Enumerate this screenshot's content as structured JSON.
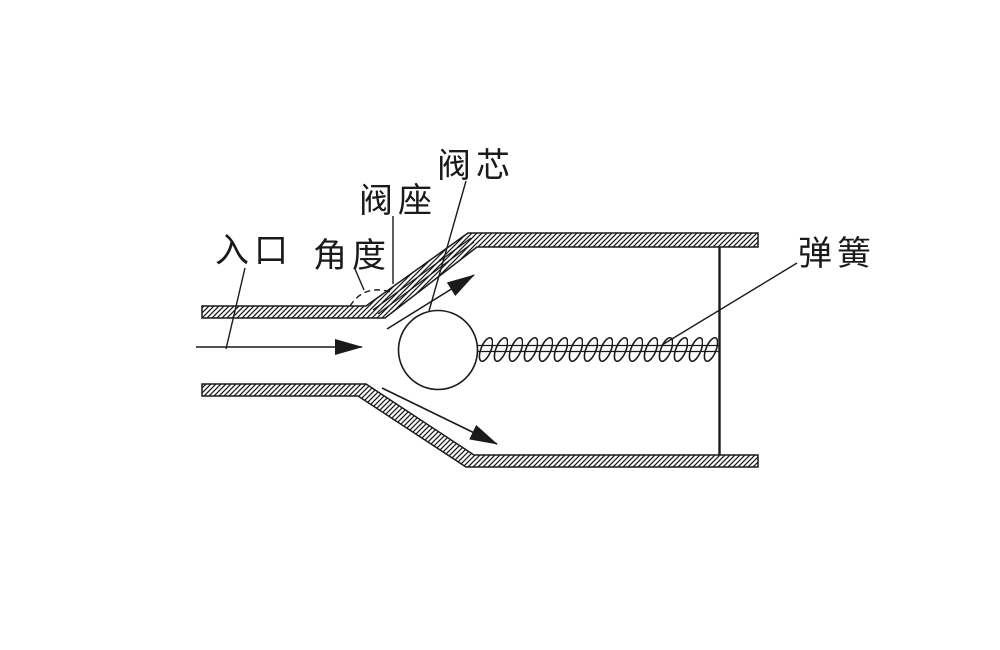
{
  "diagram": {
    "background_color": "#ffffff",
    "line_color": "#1a1a1a",
    "labels": {
      "inlet": "入口",
      "angle": "角度",
      "valve_seat": "阀座",
      "valve_core": "阀芯",
      "spring": "弹簧"
    }
  }
}
